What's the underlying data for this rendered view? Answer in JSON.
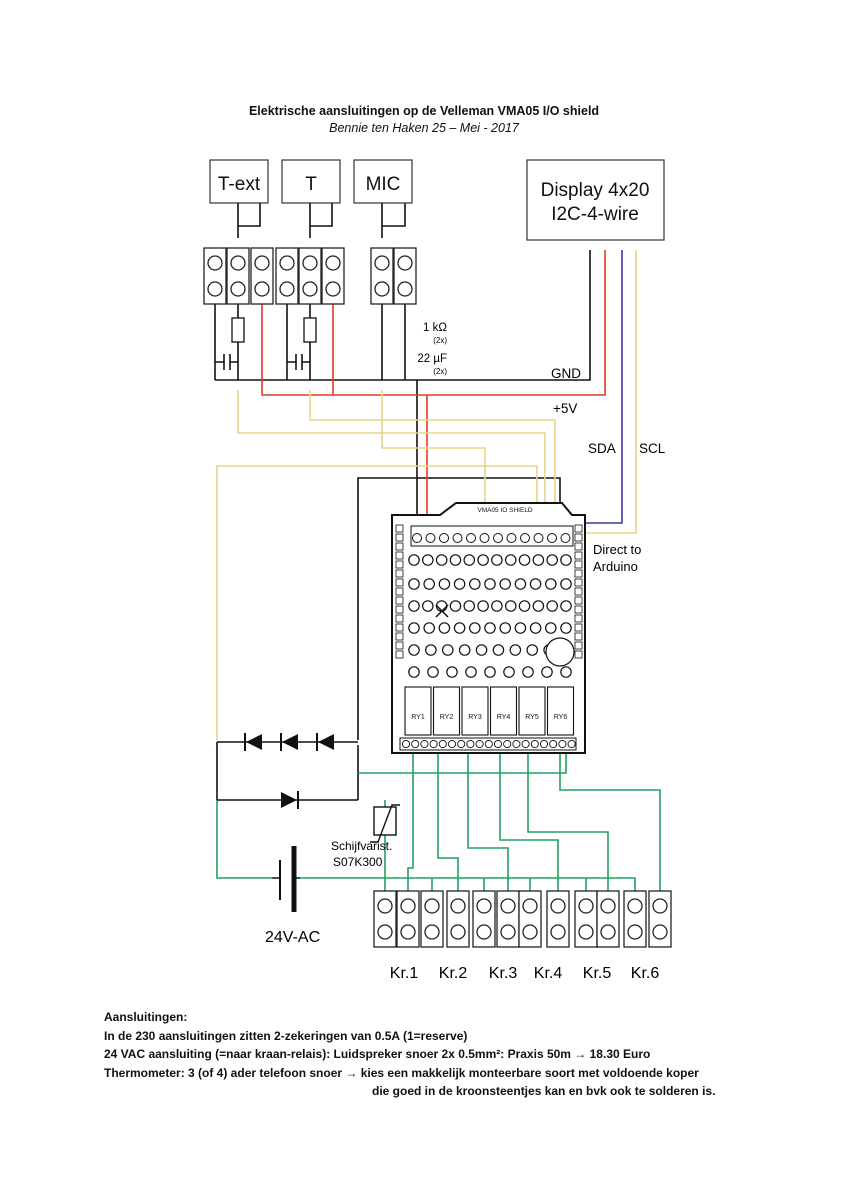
{
  "header": {
    "title": "Elektrische aansluitingen op de Velleman VMA05 I/O shield",
    "subtitle": "Bennie ten Haken 25 – Mei - 2017"
  },
  "diagram": {
    "sensors": [
      "T-ext",
      "T",
      "MIC"
    ],
    "display": [
      "Display 4x20",
      "I2C-4-wire"
    ],
    "resistor_label": "1 kΩ",
    "resistor_count": "(2x)",
    "capacitor_label": "22 µF",
    "capacitor_count": "(2x)",
    "gnd": "GND",
    "plus5v": "+5V",
    "sda": "SDA",
    "scl": "SCL",
    "direct": [
      "Direct to",
      "Arduino"
    ],
    "board_name": "VMA05 IO SHIELD",
    "relays": [
      "RY1",
      "RY2",
      "RY3",
      "RY4",
      "RY5",
      "RY6"
    ],
    "varistor": [
      "Schijfvarist.",
      "S07K300"
    ],
    "supply": "24V-AC",
    "outputs": [
      "Kr.1",
      "Kr.2",
      "Kr.3",
      "Kr.4",
      "Kr.5",
      "Kr.6"
    ],
    "wire_colors": {
      "red": "#e03a2a",
      "blue": "#3a3aa0",
      "yellow": "#e6d58a",
      "green": "#22a060",
      "black": "#111111"
    }
  },
  "notes": {
    "heading": "Aansluitingen:",
    "line1": "In de 230 aansluitingen zitten 2-zekeringen van 0.5A (1=reserve)",
    "line2": "24 VAC aansluiting (=naar kraan-relais):   Luidspreker snoer 2x 0.5mm²: Praxis 50m → 18.30 Euro",
    "line3": "Thermometer: 3 (of 4) ader telefoon snoer → kies een makkelijk monteerbare soort met voldoende koper",
    "line4": "die goed in de kroonsteentjes kan en bvk ook te solderen is."
  }
}
